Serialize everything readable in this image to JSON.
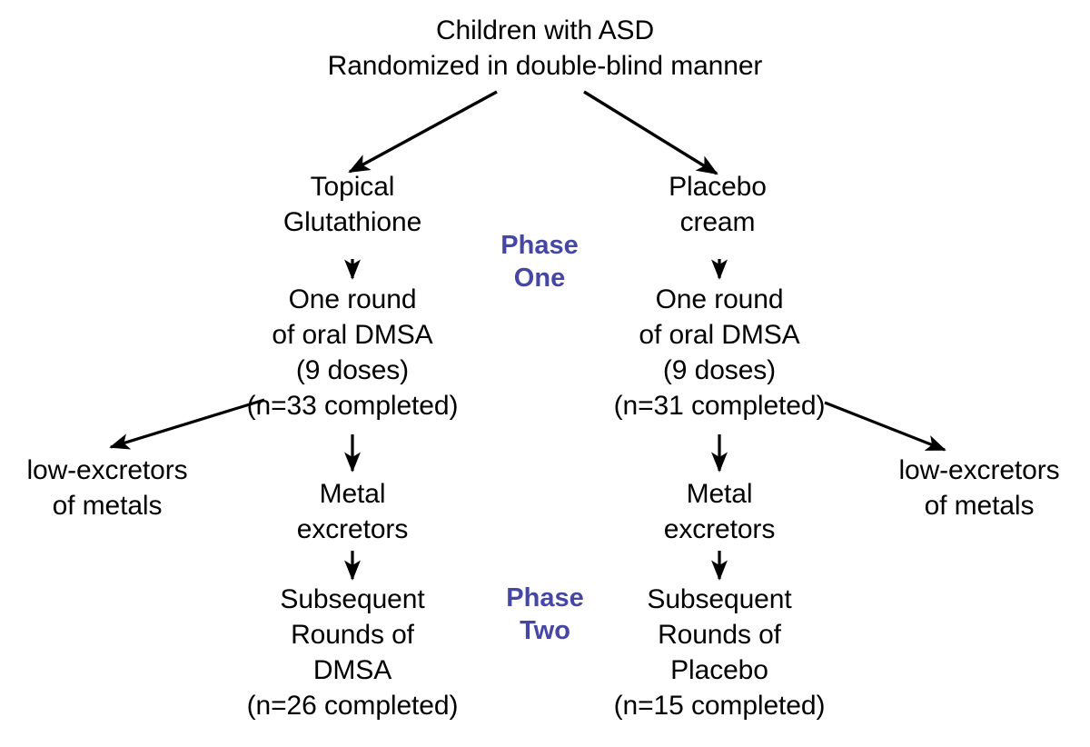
{
  "diagram": {
    "title": "Children with ASD Randomized in double-blind manner",
    "accent_color": "#4646a5",
    "text_color": "#000000",
    "background_color": "#ffffff",
    "nodes": {
      "root": "Children with ASD\nRandomized in double-blind manner",
      "topical_glutathione": "Topical\nGlutathione",
      "placebo_cream": "Placebo\ncream",
      "dmsa_left": "One round\nof oral DMSA\n(9 doses)\n(n=33 completed)",
      "dmsa_right": "One round\nof oral DMSA\n(9 doses)\n(n=31 completed)",
      "low_excretors_left": "low-excretors\nof metals",
      "low_excretors_right": "low-excretors\nof metals",
      "metal_excretors_left": "Metal\nexcretors",
      "metal_excretors_right": "Metal\nexcretors",
      "subsequent_left": "Subsequent\nRounds of\nDMSA\n(n=26 completed)",
      "subsequent_right": "Subsequent\nRounds of\nPlacebo\n(n=15 completed)"
    },
    "phase_labels": {
      "phase_one": "Phase\nOne",
      "phase_two": "Phase\nTwo"
    },
    "counts": {
      "dmsa_left_completed": 33,
      "dmsa_right_completed": 31,
      "subsequent_left_completed": 26,
      "subsequent_right_completed": 15,
      "doses_per_round": 9
    }
  }
}
